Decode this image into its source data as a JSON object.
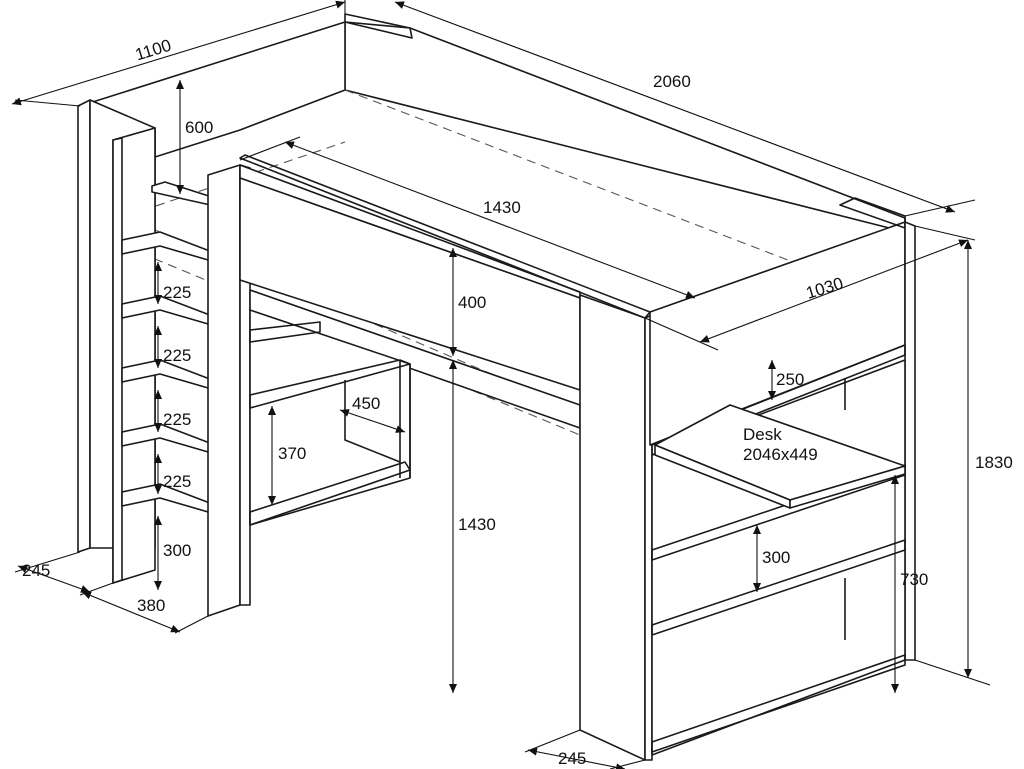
{
  "dimensions": {
    "overall_width": "1100",
    "overall_length": "2060",
    "overall_height": "1830",
    "guard_height": "600",
    "mattress_length": "1430",
    "mattress_width": "1030",
    "headboard_height": "400",
    "clearance_height": "1430",
    "step_1": "225",
    "step_2": "225",
    "step_3": "225",
    "step_4": "225",
    "step_bottom": "300",
    "ladder_depth": "245",
    "ladder_width": "380",
    "shelf_depth": "450",
    "shelf_height": "370",
    "right_shelf_upper": "250",
    "desk_label": "Desk",
    "desk_size": "2046x449",
    "right_shelf_lower": "300",
    "desk_height": "730",
    "right_depth": "245"
  },
  "colors": {
    "line": "#1a1a1a",
    "hidden_line": "#555555",
    "background": "#ffffff"
  }
}
